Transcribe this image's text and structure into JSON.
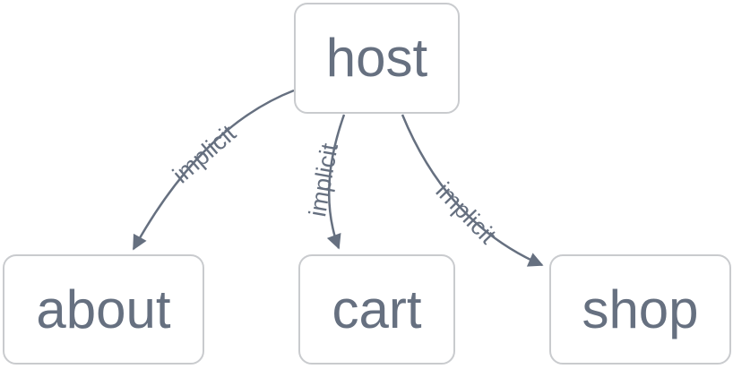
{
  "diagram": {
    "type": "graph",
    "nodes": {
      "host": {
        "label": "host"
      },
      "about": {
        "label": "about"
      },
      "cart": {
        "label": "cart"
      },
      "shop": {
        "label": "shop"
      }
    },
    "edges": [
      {
        "from": "host",
        "to": "about",
        "label": "implicit"
      },
      {
        "from": "host",
        "to": "cart",
        "label": "implicit"
      },
      {
        "from": "host",
        "to": "shop",
        "label": "implicit"
      }
    ],
    "colors": {
      "background": "#ffffff",
      "node_fill": "#ffffff",
      "node_border": "#c9cbce",
      "node_text": "#667080",
      "edge_stroke": "#667080",
      "edge_label_text": "#667080"
    }
  }
}
